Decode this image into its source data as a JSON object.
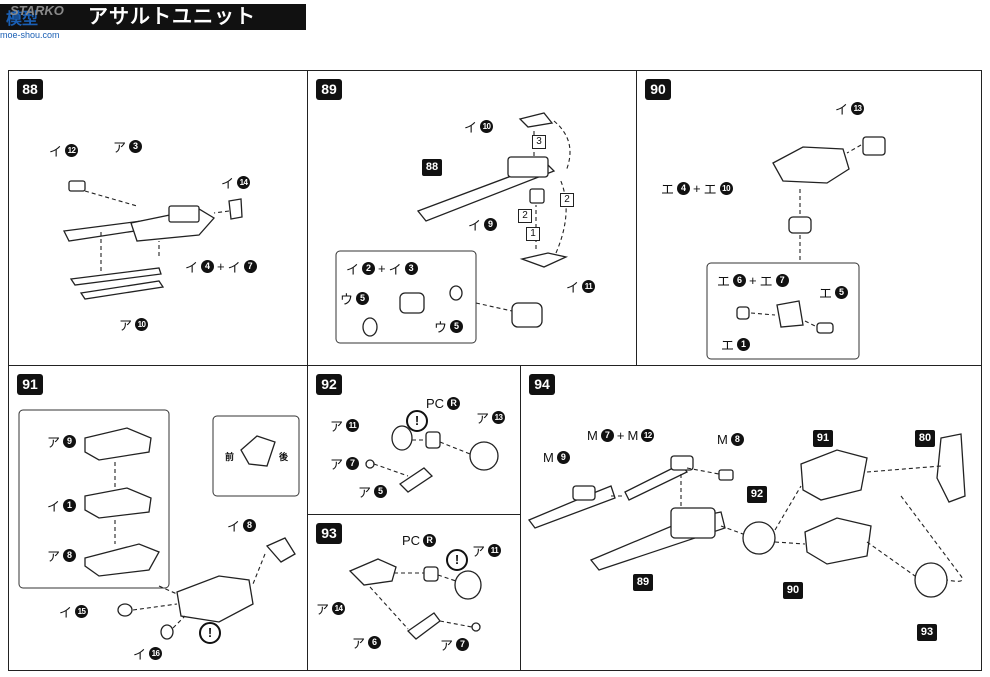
{
  "header": {
    "title": "アサルトユニット",
    "logo_cn": "模型",
    "logo_en": "STARKO",
    "url": "moe-shou.com"
  },
  "panels": {
    "p88": {
      "number": "88",
      "labels": {
        "a": "イ",
        "a_n": "12",
        "b": "ア",
        "b_n": "3",
        "c": "イ",
        "c_n": "14",
        "d": "イ",
        "d_n": "4",
        "plus": "+",
        "e": "イ",
        "e_n": "7",
        "f": "ア",
        "f_n": "10"
      }
    },
    "p89": {
      "number": "89",
      "labels": {
        "a": "イ",
        "a_n": "10",
        "b_n": "88",
        "c": "イ",
        "c_n": "9",
        "d": "イ",
        "d_n": "11",
        "e": "イ",
        "e_n": "2",
        "plus": "+",
        "f": "イ",
        "f_n": "3",
        "g": "ウ",
        "g_n": "5",
        "h": "ウ",
        "h_n": "5",
        "s1": "1",
        "s2": "2",
        "s3": "3"
      }
    },
    "p90": {
      "number": "90",
      "labels": {
        "a": "イ",
        "a_n": "13",
        "b": "エ",
        "b_n": "4",
        "plus": "+",
        "c": "エ",
        "c_n": "10",
        "d": "エ",
        "d_n": "6",
        "e": "エ",
        "e_n": "7",
        "f": "エ",
        "f_n": "5",
        "g": "エ",
        "g_n": "1"
      }
    },
    "p91": {
      "number": "91",
      "labels": {
        "a": "ア",
        "a_n": "9",
        "b": "イ",
        "b_n": "1",
        "c": "ア",
        "c_n": "8",
        "d": "イ",
        "d_n": "8",
        "e": "イ",
        "e_n": "15",
        "f": "イ",
        "f_n": "16",
        "front": "前",
        "back": "後"
      }
    },
    "p92": {
      "number": "92",
      "labels": {
        "a": "ア",
        "a_n": "11",
        "b": "PC",
        "b_n": "R",
        "c": "ア",
        "c_n": "13",
        "d": "ア",
        "d_n": "7",
        "e": "ア",
        "e_n": "5"
      }
    },
    "p93": {
      "number": "93",
      "labels": {
        "a": "PC",
        "a_n": "R",
        "b": "ア",
        "b_n": "11",
        "c": "ア",
        "c_n": "14",
        "d": "ア",
        "d_n": "6",
        "e": "ア",
        "e_n": "7"
      }
    },
    "p94": {
      "number": "94",
      "labels": {
        "a": "M",
        "a_n": "7",
        "plus": "+",
        "b": "M",
        "b_n": "12",
        "c": "M",
        "c_n": "8",
        "d": "M",
        "d_n": "9",
        "ref91": "91",
        "ref80": "80",
        "ref92": "92",
        "ref89": "89",
        "ref90": "90",
        "ref93": "93"
      }
    }
  },
  "warn_mark": "!"
}
